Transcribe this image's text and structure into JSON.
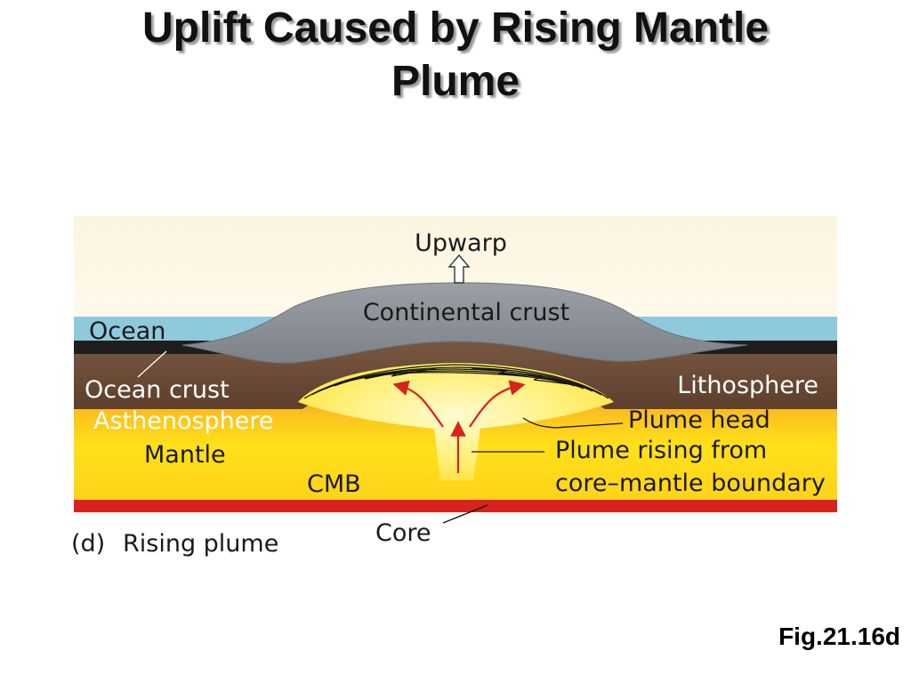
{
  "title": {
    "line1": "Uplift Caused by Rising Mantle",
    "line2": "Plume"
  },
  "diagram": {
    "labels": {
      "upwarp": "Upwarp",
      "continental_crust": "Continental crust",
      "ocean": "Ocean",
      "ocean_crust": "Ocean crust",
      "lithosphere": "Lithosphere",
      "asthenosphere": "Asthenosphere",
      "mantle": "Mantle",
      "plume_head": "Plume head",
      "plume_rising_line1": "Plume rising from",
      "plume_rising_line2": "core–mantle boundary",
      "cmb": "CMB",
      "core": "Core",
      "caption_letter": "(d)",
      "caption": "Rising plume"
    },
    "colors": {
      "sky": "#fcf6e2",
      "ocean": "#8ec9dc",
      "continental_crust": "#8a9095",
      "lithosphere": "#6b4b35",
      "asthenosphere": "#f6a82a",
      "mantle": "#ffdd1c",
      "plume": "#fff176",
      "core": "#d8231c",
      "arrow": "#d8231c"
    }
  },
  "figure_label": "Fig.21.16d"
}
